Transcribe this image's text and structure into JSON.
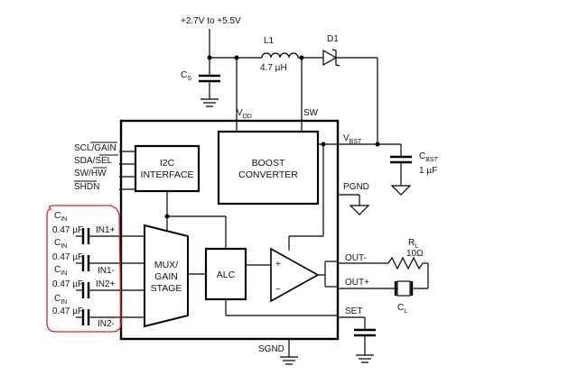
{
  "supply": {
    "range": "+2.7V to +5.5V",
    "cs_main": "C",
    "cs_sub": "S"
  },
  "inductor": {
    "name": "L1",
    "value": "4.7 µH"
  },
  "diode": {
    "name": "D1"
  },
  "pins": {
    "vdd_main": "V",
    "vdd_sub": "DD",
    "sw": "SW",
    "vbst_main": "V",
    "vbst_sub": "BST",
    "pgnd": "PGND",
    "out_minus": "OUT-",
    "out_plus": "OUT+",
    "set": "SET",
    "sgnd": "SGND"
  },
  "cbst": {
    "main": "C",
    "sub": "BST",
    "value": "1 µF"
  },
  "load": {
    "rl_main": "R",
    "rl_sub": "L",
    "rl_value": "10Ω",
    "cl_main": "C",
    "cl_sub": "L"
  },
  "ctrl": {
    "scl_gain": "SCL/GAIN",
    "sda_sel": "SDA/SEL",
    "sw_hw": "SW/HW",
    "shdn": "SHDN"
  },
  "blocks": {
    "i2c_line1": "I2C",
    "i2c_line2": "INTERFACE",
    "boost_line1": "BOOST",
    "boost_line2": "CONVERTER",
    "mux_line1": "MUX/",
    "mux_line2": "GAIN",
    "mux_line3": "STAGE",
    "alc": "ALC",
    "amp_plus": "+",
    "amp_minus": "−"
  },
  "inputs": [
    {
      "cin_main": "C",
      "cin_sub": "IN",
      "value": "0.47 µF",
      "pin": "IN1+"
    },
    {
      "cin_main": "C",
      "cin_sub": "IN",
      "value": "0.47 µF",
      "pin": "IN1-"
    },
    {
      "cin_main": "C",
      "cin_sub": "IN",
      "value": "0.47 µF",
      "pin": "IN2+"
    },
    {
      "cin_main": "C",
      "cin_sub": "IN",
      "value": "0.47 µF",
      "pin": "IN2-"
    }
  ],
  "colors": {
    "line": "#000000",
    "highlight": "#e02020",
    "background": "#ffffff"
  }
}
